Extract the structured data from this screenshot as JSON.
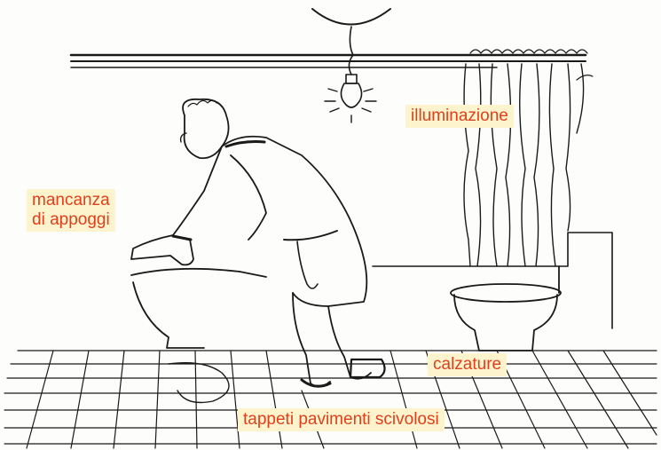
{
  "labels": {
    "illuminazione": "illuminazione",
    "mancanza_line1": "mancanza",
    "mancanza_line2": "di appoggi",
    "calzature": "calzature",
    "tappeti": "tappeti pavimenti scivolosi"
  },
  "colors": {
    "label_text": "#e0401d",
    "label_bg": "#fdf3cc",
    "ink": "#1a1a1a",
    "paper": "#fdfdfb"
  }
}
